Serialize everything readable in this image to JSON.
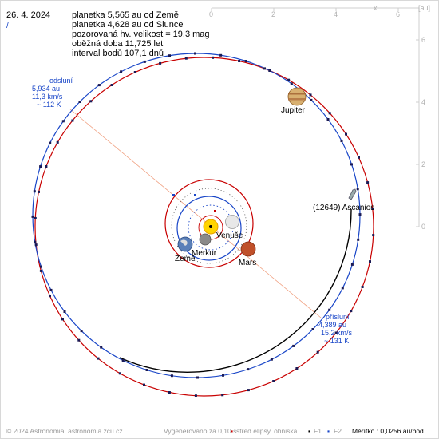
{
  "date": "26. 4. 2024",
  "info_lines": [
    "planetka 5,565 au od Země",
    "planetka 4,628 au od Slunce",
    "pozorovaná hv. velikost = 19,3 mag",
    "oběžná doba 11,725 let",
    "interval bodů 107,1 dnů"
  ],
  "aphelion": {
    "title": "odsluní",
    "dist": "5,934 au",
    "speed": "11,3 km/s",
    "temp": "~ 112 K"
  },
  "perihelion": {
    "title": "přísluní",
    "dist": "4,389 au",
    "speed": "15,2 km/s",
    "temp": "~ 131 K"
  },
  "labels": {
    "jupiter": "Jupiter",
    "asteroid": "(12649) Ascanios",
    "venus": "Venuše",
    "mercury": "Merkur",
    "earth": "Země",
    "mars": "Mars"
  },
  "axes": {
    "x_unit": "x",
    "au_unit": "[au]",
    "x_ticks": [
      "0",
      "2",
      "4",
      "6"
    ],
    "y_ticks": [
      "6",
      "4",
      "2",
      "0"
    ]
  },
  "footer": {
    "copyright": "© 2024 Astronomia, astronomia.zcu.cz",
    "generated": "Vygenerováno za 0,10 s",
    "legend_center": "střed elipsy, ohniska",
    "f1": "F1",
    "f2": "F2",
    "scale": "Měřítko : 0,0256 au/bod"
  },
  "colors": {
    "asteroid_orbit": "#1946c8",
    "jupiter_orbit": "#c80000",
    "link_line": "#f0a080",
    "sun": "#ffd400"
  }
}
